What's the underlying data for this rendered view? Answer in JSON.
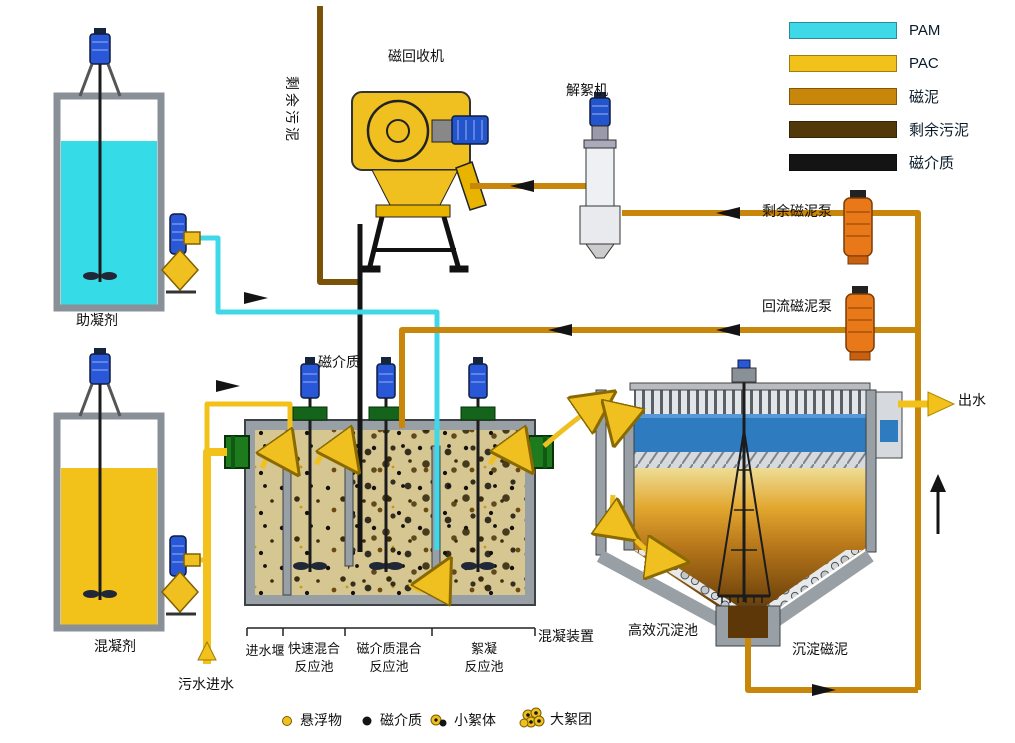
{
  "legend": {
    "items": [
      {
        "label": "PAM",
        "color": "#3fd8e8"
      },
      {
        "label": "PAC",
        "color": "#f2c21a"
      },
      {
        "label": "磁泥",
        "color": "#c8860a"
      },
      {
        "label": "剩余污泥",
        "color": "#53380a"
      },
      {
        "label": "磁介质",
        "color": "#141414"
      }
    ]
  },
  "equipment": {
    "coagulant_aid_tank": "助凝剂",
    "coagulant_tank": "混凝剂",
    "magnetic_recovery_machine": "磁回收机",
    "deflocculation_machine": "解絮机",
    "surplus_magnetic_sludge_pump": "剩余磁泥泵",
    "return_magnetic_sludge_pump": "回流磁泥泵",
    "high_efficiency_sedimentation_tank": "高效沉淀池",
    "coagulation_device": "混凝装置"
  },
  "streams": {
    "surplus_sludge": "剩余污泥",
    "magnetic_media": "磁介质",
    "effluent": "出水",
    "sewage_inlet": "污水进水",
    "settled_magnetic_sludge": "沉淀磁泥"
  },
  "compartments": {
    "inlet_weir": "进水堰",
    "rapid_mixing_line1": "快速混合",
    "rapid_mixing_line2": "反应池",
    "media_mixing_line1": "磁介质混合",
    "media_mixing_line2": "反应池",
    "flocculation_line1": "絮凝",
    "flocculation_line2": "反应池"
  },
  "particle_legend": {
    "suspended_solids": "悬浮物",
    "magnetic_media": "磁介质",
    "small_floc": "小絮体",
    "large_floc": "大絮团"
  }
}
